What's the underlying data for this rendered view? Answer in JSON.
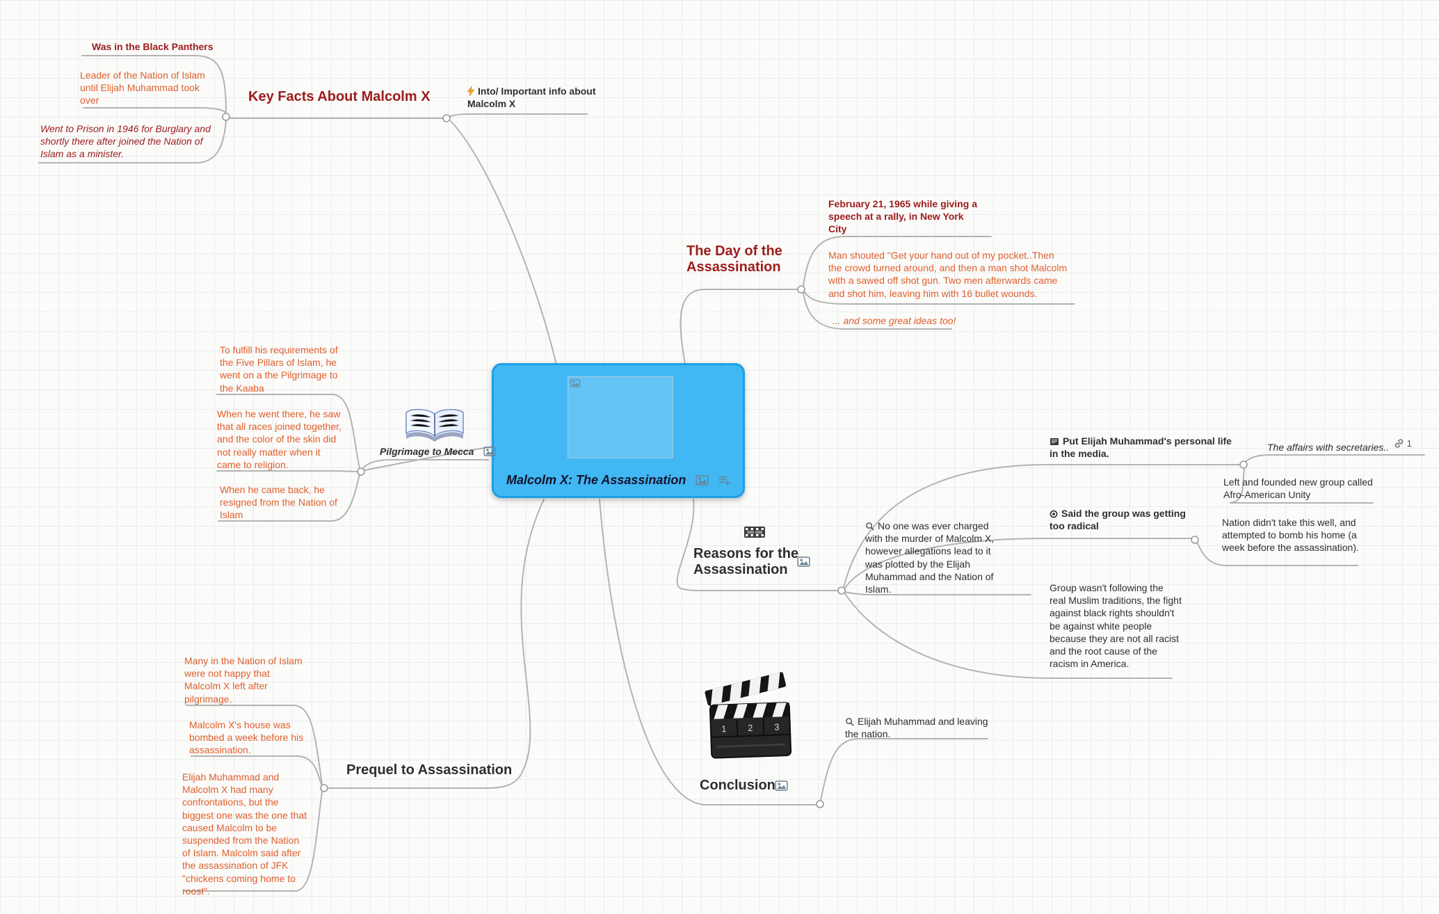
{
  "colors": {
    "node_blue": "#41b7f3",
    "node_border": "#1d9fe8",
    "dark_red": "#9c1c1c",
    "orange": "#df5f2c",
    "line_gray": "#b3b3b3"
  },
  "central": {
    "title": "Malcolm X: The Assassination"
  },
  "key_facts": {
    "title": "Key Facts About Malcolm X",
    "intro_note": "Into/ Important info about Malcolm X",
    "black_panthers": "Was in the Black Panthers",
    "leader": "Leader of the Nation of Islam until Elijah Muhammad took over",
    "prison": "Went to Prison in 1946 for Burglary and shortly there after joined the Nation of Islam as a minister."
  },
  "day": {
    "title": "The Day of the Assassination",
    "date": "February 21, 1965 while giving a speech at a rally, in New York City",
    "account": "Man shouted \"Get your hand out of my pocket..Then the crowd turned around, and then a man shot Malcolm with a sawed off shot gun. Two men afterwards came and shot him, leaving him with 16 bullet wounds.",
    "ideas": "... and some great ideas too!"
  },
  "pilgrimage": {
    "title": "Pilgrimage to Mecca",
    "fulfill": "To fulfill his requirements of the Five Pillars of Islam, he went on a the Pilgrimage to the Kaaba",
    "races": "When he went there, he saw that all races joined together, and the color of the skin did not really matter when it came to religion.",
    "resigned": "When he came back, he resigned from the Nation of Islam"
  },
  "reasons": {
    "title": "Reasons for the Assassination",
    "no_charges": "No one was ever charged with the murder of Malcolm X, however allegations lead to it was plotted by the Elijah Muhammad and the Nation of Islam.",
    "media": "Put Elijah Muhammad's personal life in the media.",
    "affairs": "The affairs with secretaries..",
    "affairs_link_count": "1",
    "afro_american": "Left and founded new group called Afro-American Unity",
    "radical": "Said the group was getting too radical",
    "bomb": "Nation didn't take this well, and attempted to bomb his home (a week before the assassination).",
    "traditions": "Group wasn't following the real Muslim traditions, the fight against black rights shouldn't be against white people because they are not all racist and the root cause of the racism in America."
  },
  "prequel": {
    "title": "Prequel to Assassination",
    "unhappy": "Many in the Nation of Islam were not happy that Malcolm X left after pilgrimage.",
    "bombed": "Malcolm X's house was bombed a week before his assassination.",
    "confrontations": "Elijah Muhammad and Malcolm X had many confrontations, but the biggest one was the one that caused Malcolm to be suspended from the Nation of Islam. Malcolm said after the assassination of JFK \"chickens coming home to roost\"."
  },
  "conclusion": {
    "title": "Conclusion",
    "leaving": "Elijah Muhammad and leaving the nation.",
    "clapper_numbers": [
      "1",
      "2",
      "3"
    ]
  }
}
